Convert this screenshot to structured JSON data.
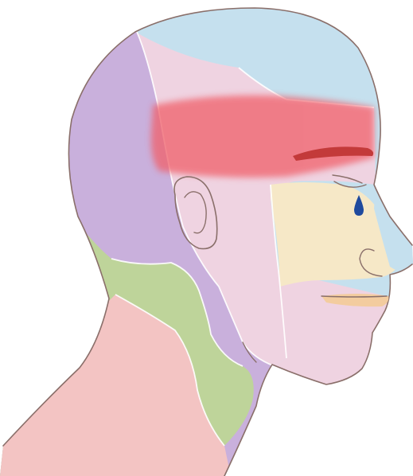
{
  "zones": [
    {
      "name": "forehead-scalp-region",
      "color": "#c5e0ee"
    },
    {
      "name": "back-of-head-region",
      "color": "#c9b0dc"
    },
    {
      "name": "temple-region",
      "color": "#efd3e1"
    },
    {
      "name": "cheek-nose-region",
      "color": "#f6e8c7"
    },
    {
      "name": "neck-side-region",
      "color": "#bed49a"
    },
    {
      "name": "lower-neck-region",
      "color": "#f3c4c3"
    }
  ],
  "pain_band": {
    "color": "#f0606a",
    "opacity": 0.75
  },
  "tear_drop": {
    "color": "#1f4a9e"
  },
  "eyebrow": {
    "color": "#c33a3a"
  },
  "lips": {
    "color": "#f3cc9f"
  }
}
